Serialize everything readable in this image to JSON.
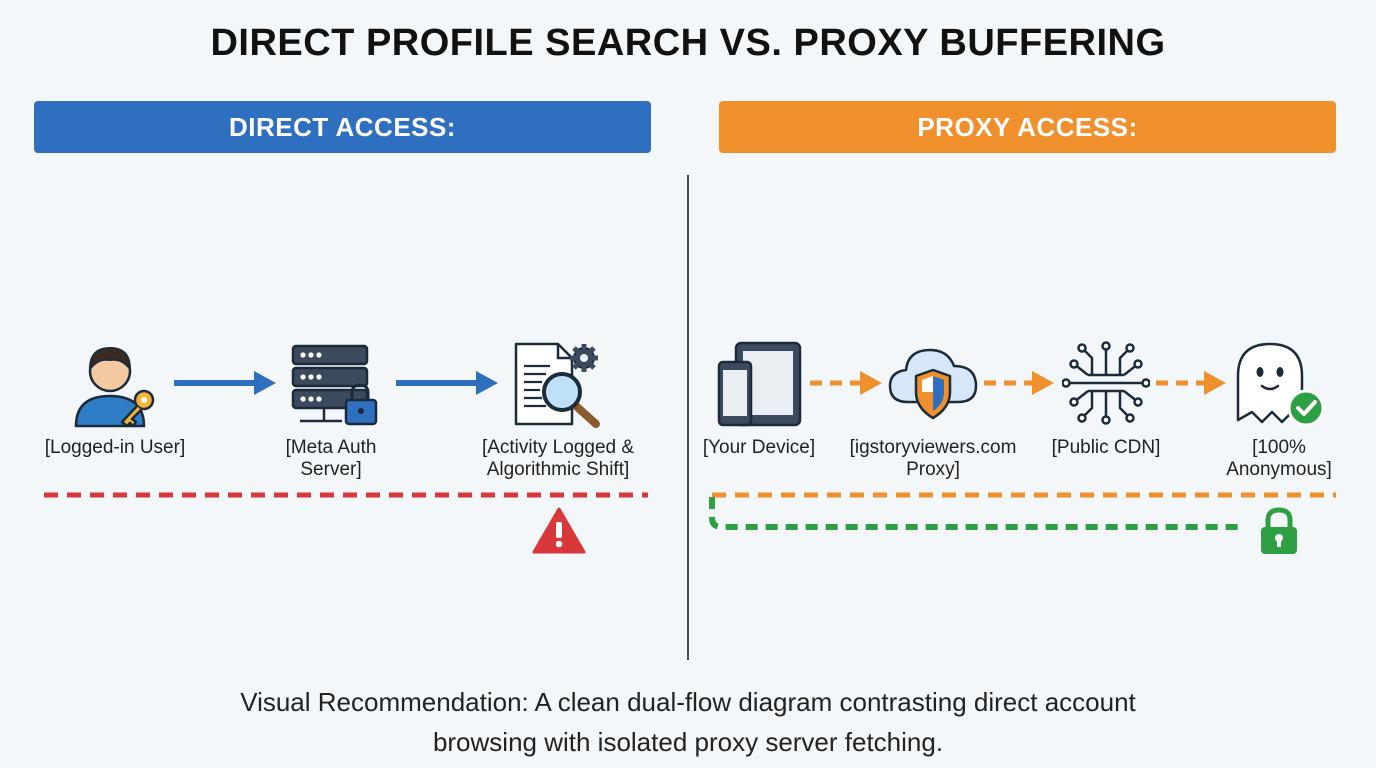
{
  "title": "DIRECT PROFILE SEARCH VS. PROXY BUFFERING",
  "direct": {
    "header": "DIRECT ACCESS:",
    "nodes": [
      {
        "label_line1": "[Logged-in User]",
        "label_line2": "",
        "icon": "user-key-icon"
      },
      {
        "label_line1": "[Meta Auth",
        "label_line2": "Server]",
        "icon": "server-lock-icon"
      },
      {
        "label_line1": "[Activity Logged &",
        "label_line2": "Algorithmic Shift]",
        "icon": "document-search-icon"
      }
    ],
    "warning_icon": "warning-icon"
  },
  "proxy": {
    "header": "PROXY ACCESS:",
    "nodes": [
      {
        "label_line1": "[Your Device]",
        "label_line2": "",
        "icon": "devices-icon"
      },
      {
        "label_line1": "[igstoryviewers.com",
        "label_line2": "Proxy]",
        "icon": "cloud-shield-icon"
      },
      {
        "label_line1": "[Public CDN]",
        "label_line2": "",
        "icon": "network-hub-icon"
      },
      {
        "label_line1": "[100%",
        "label_line2": "Anonymous]",
        "icon": "ghost-check-icon"
      }
    ],
    "lock_icon": "lock-icon"
  },
  "footer": {
    "line1": "Visual Recommendation: A clean dual-flow diagram contrasting direct account",
    "line2": "browsing with isolated proxy server fetching."
  },
  "colors": {
    "direct_blue": "#2f6fbf",
    "proxy_orange": "#f0902c",
    "alert_red": "#d9383a",
    "secure_green": "#2ea043"
  }
}
